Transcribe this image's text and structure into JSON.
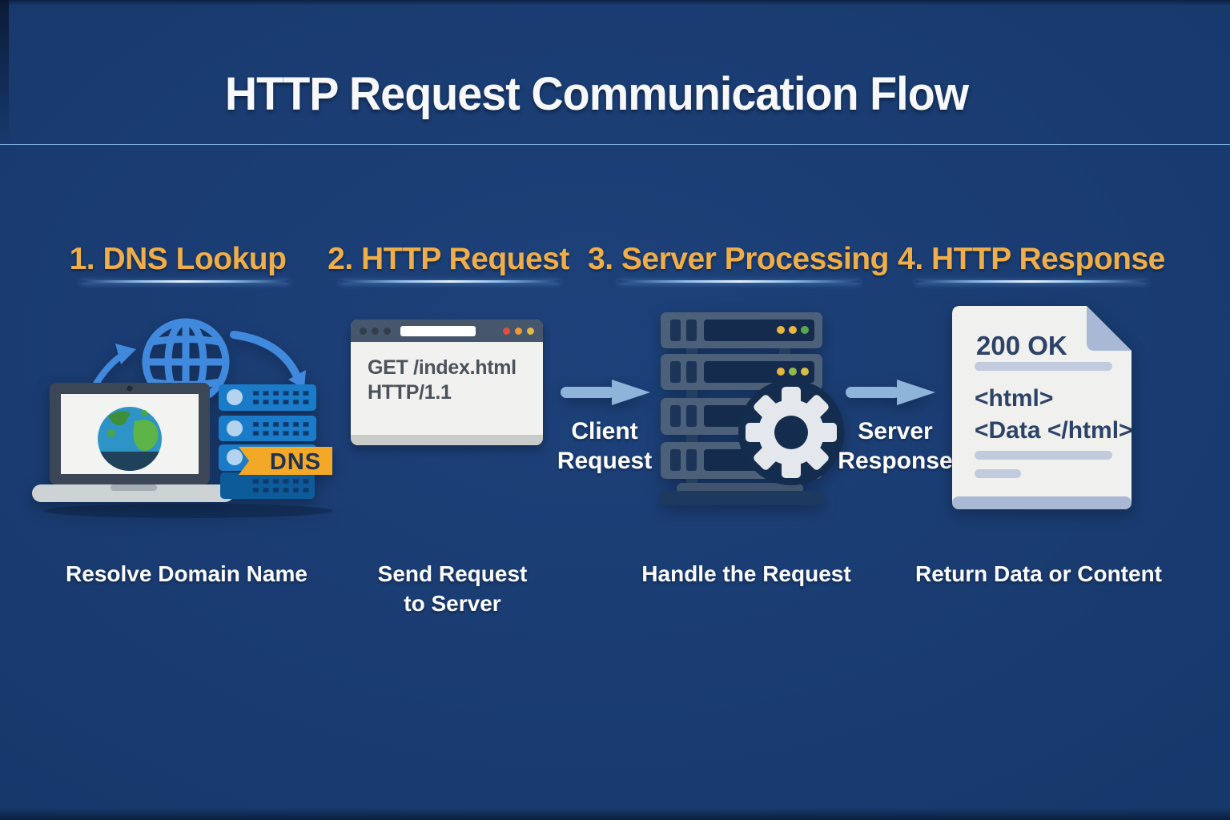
{
  "title": "HTTP Request Communication Flow",
  "steps": [
    {
      "heading": "1. DNS Lookup",
      "caption": "Resolve Domain Name"
    },
    {
      "heading": "2. HTTP Request",
      "caption": "Send Request to Server"
    },
    {
      "heading": "3. Server Processing",
      "caption": "Handle the Request"
    },
    {
      "heading": "4. HTTP Response",
      "caption": "Return Data or Content"
    }
  ],
  "flow_labels": [
    {
      "line1": "Client",
      "line2": "Request"
    },
    {
      "line1": "Server",
      "line2": "Response"
    }
  ],
  "dns_illustration": {
    "tag": "DNS"
  },
  "request_illustration": {
    "line1": "GET /index.html",
    "line2": "HTTP/1.1"
  },
  "response_illustration": {
    "status": "200 OK",
    "code_line1": "<html>",
    "code_line2": "<Data </html>"
  },
  "colors": {
    "background": "#17386b",
    "heading_accent": "#efae49",
    "title_text": "#f6f8fa",
    "flow_arrow": "#8fb4da",
    "dns_tag": "#f4a827",
    "dns_server_blue": "#1a7cc9",
    "rack_slate": "#4d6079",
    "gear_light": "#e4e8ed",
    "divider_blue": "#4c86c6",
    "document_paper": "#f0f0ee",
    "document_fold": "#a9b8d5"
  }
}
